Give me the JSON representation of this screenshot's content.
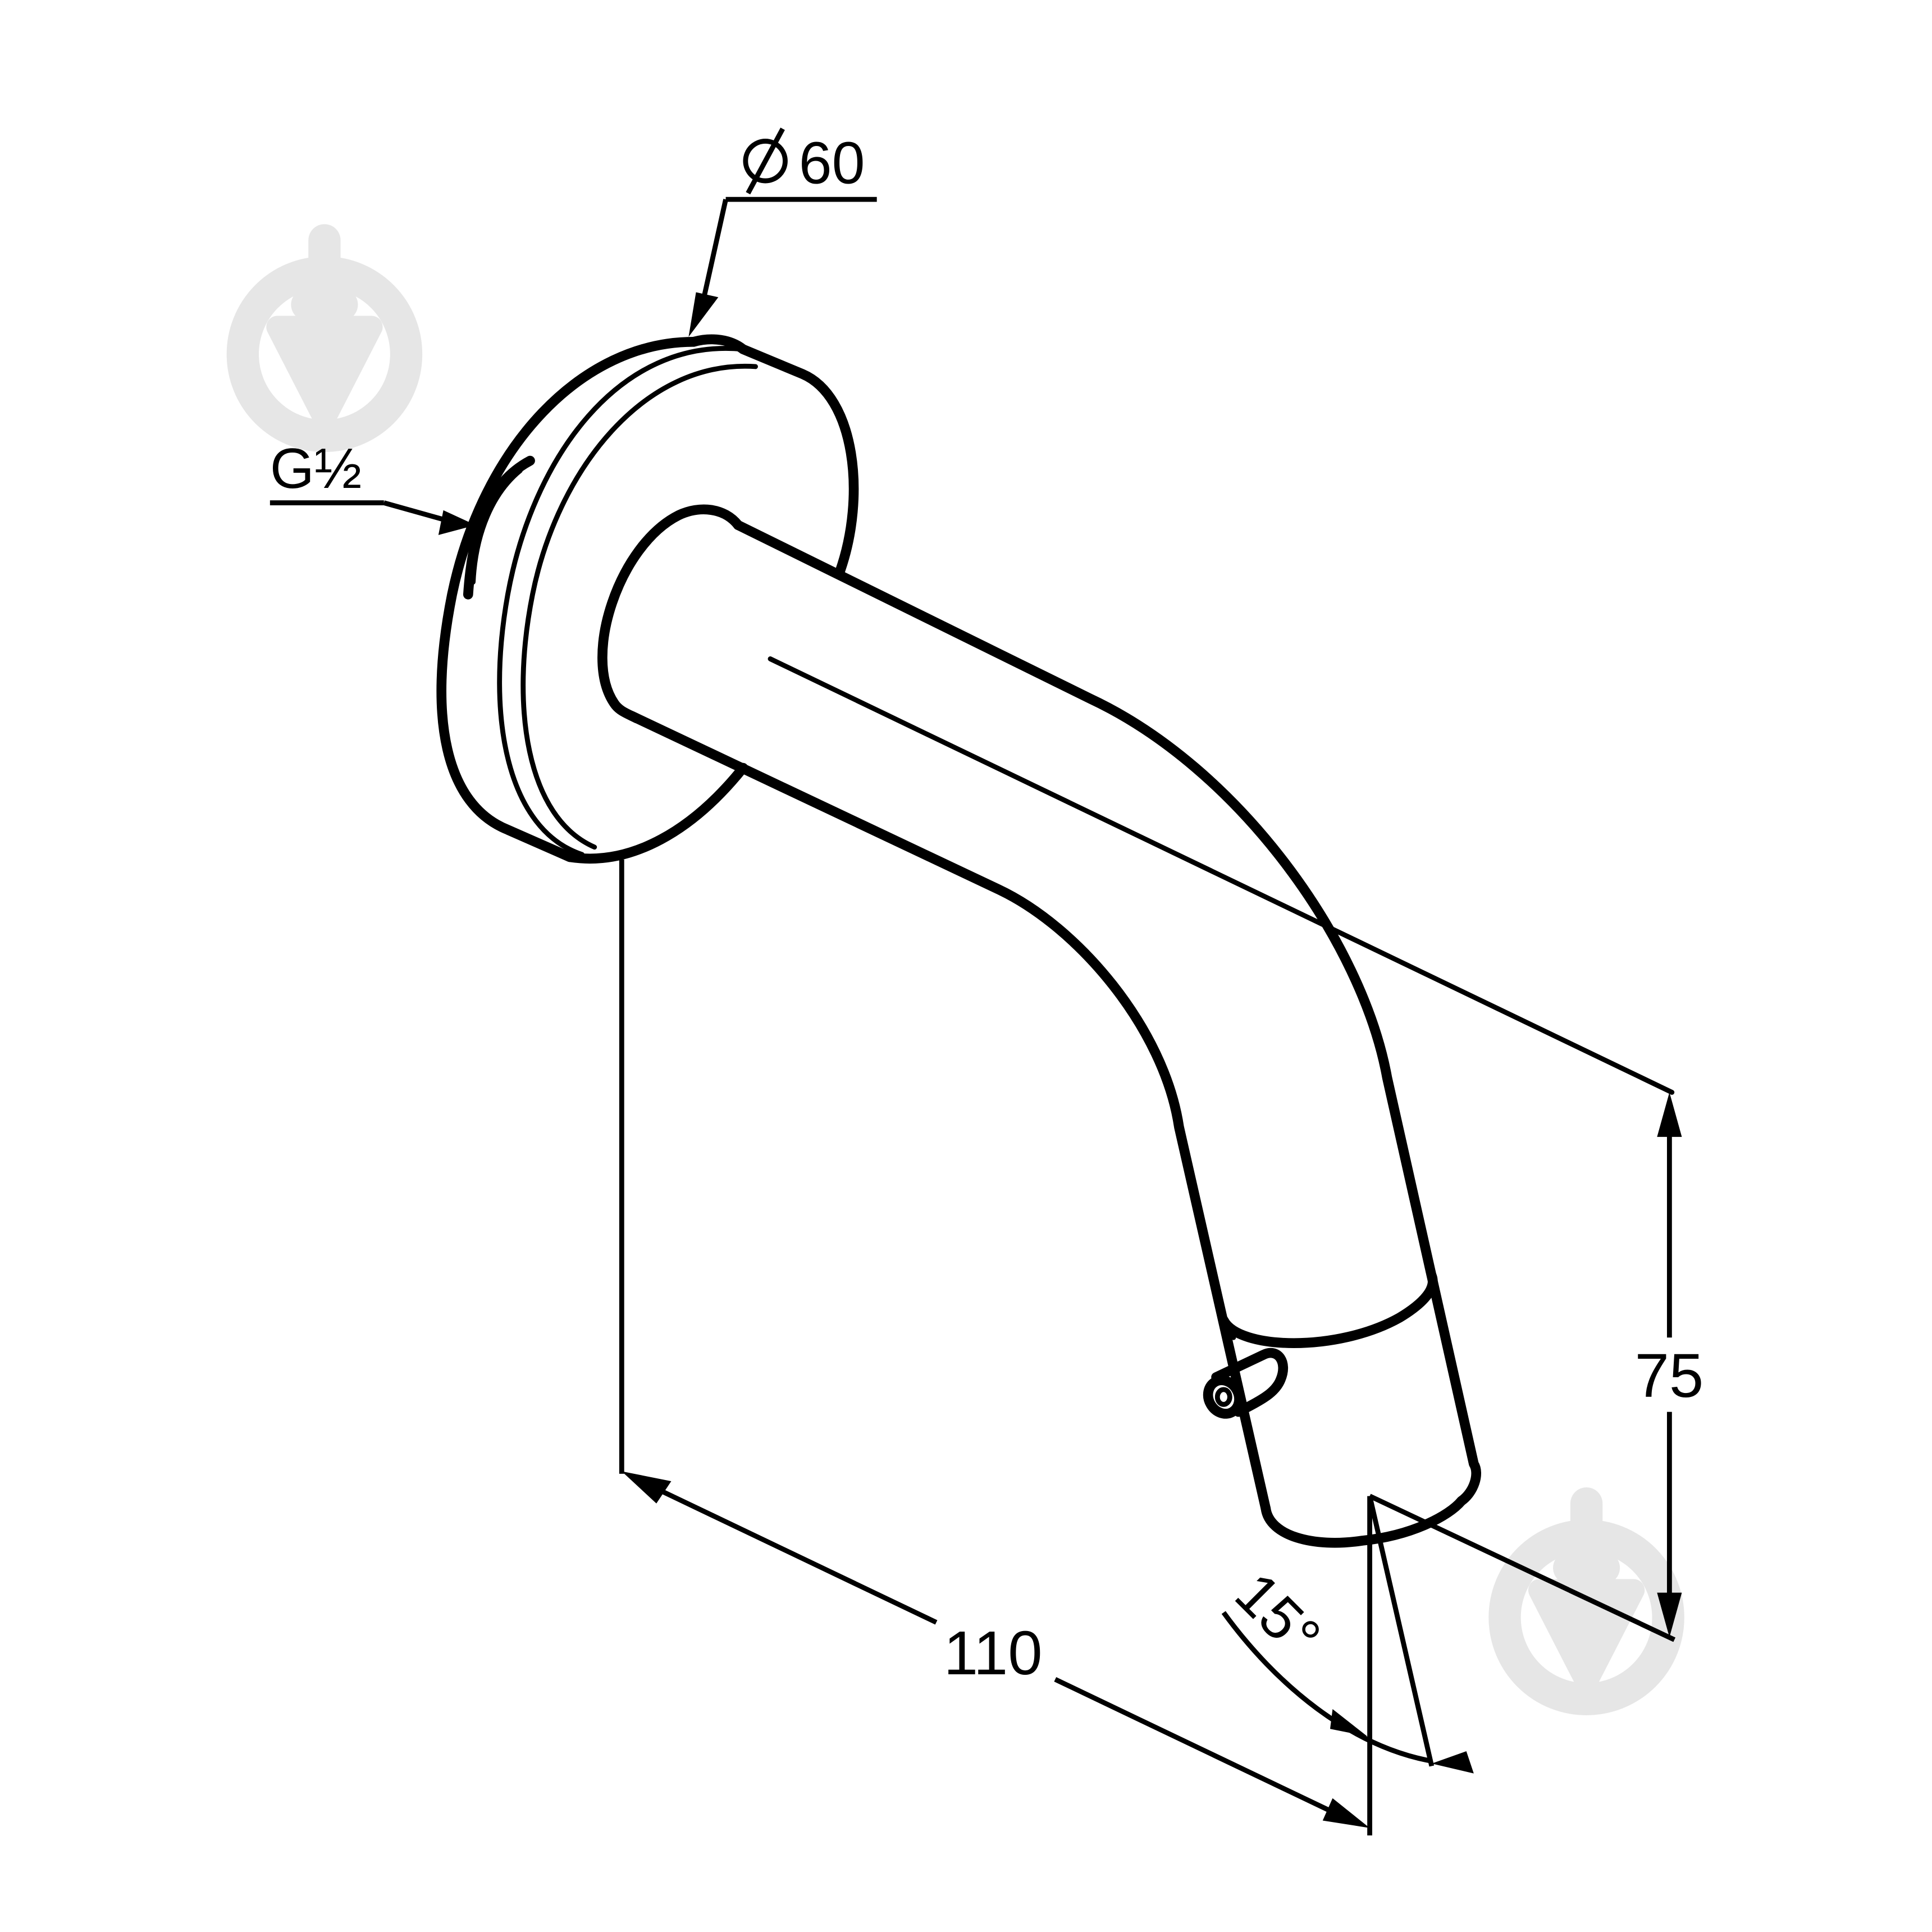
{
  "drawing": {
    "dimensions": {
      "flange_diameter": "60",
      "thread": "G½",
      "projection": "110",
      "height": "75",
      "angle": "15°"
    },
    "colors": {
      "line": "#000000",
      "watermark": "#e6e6e6",
      "background": "#ffffff"
    },
    "icons": [
      "watermark-logo-icon",
      "watermark-logo-icon"
    ]
  }
}
